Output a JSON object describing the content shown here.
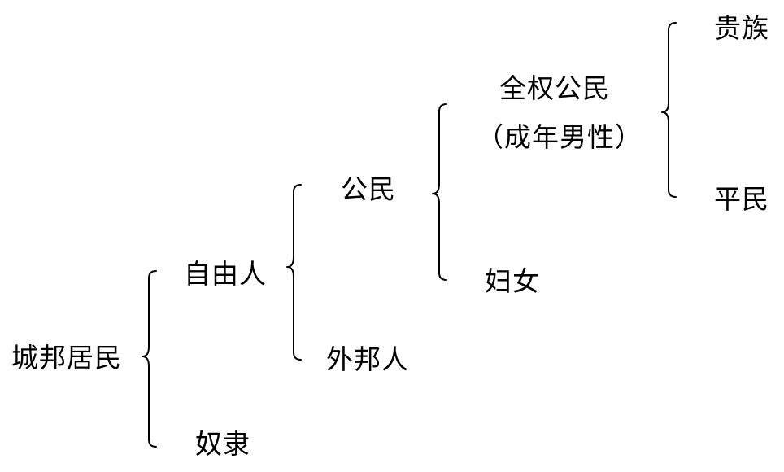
{
  "nodes": {
    "root": "城邦居民",
    "free": "自由人",
    "slave": "奴隶",
    "citizen": "公民",
    "foreigner": "外邦人",
    "full_citizen": "全权公民",
    "full_citizen_note": "（成年男性）",
    "women": "妇女",
    "noble": "贵族",
    "commoner": "平民"
  }
}
